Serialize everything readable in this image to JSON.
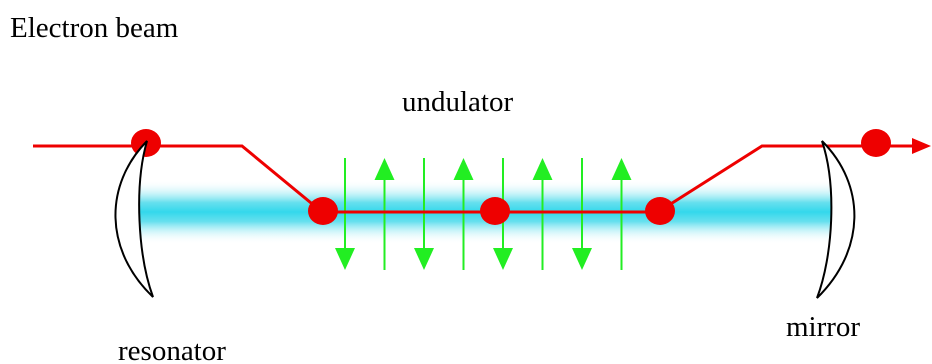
{
  "labels": {
    "title": "Electron beam",
    "undulator": "undulator",
    "resonator": "resonator",
    "mirror": "mirror"
  },
  "colors": {
    "beam": "#ee0000",
    "electron": "#ee0000",
    "undulator_field": "#22ee22",
    "light": "#33ddee",
    "mirror_stroke": "#000000"
  },
  "undulator": {
    "arrow_directions": [
      "down",
      "up",
      "down",
      "up",
      "down",
      "up",
      "down",
      "up"
    ]
  },
  "icons": {
    "mirror_left": "concave-mirror-icon",
    "mirror_right": "concave-mirror-icon",
    "electron": "electron-dot-icon"
  }
}
